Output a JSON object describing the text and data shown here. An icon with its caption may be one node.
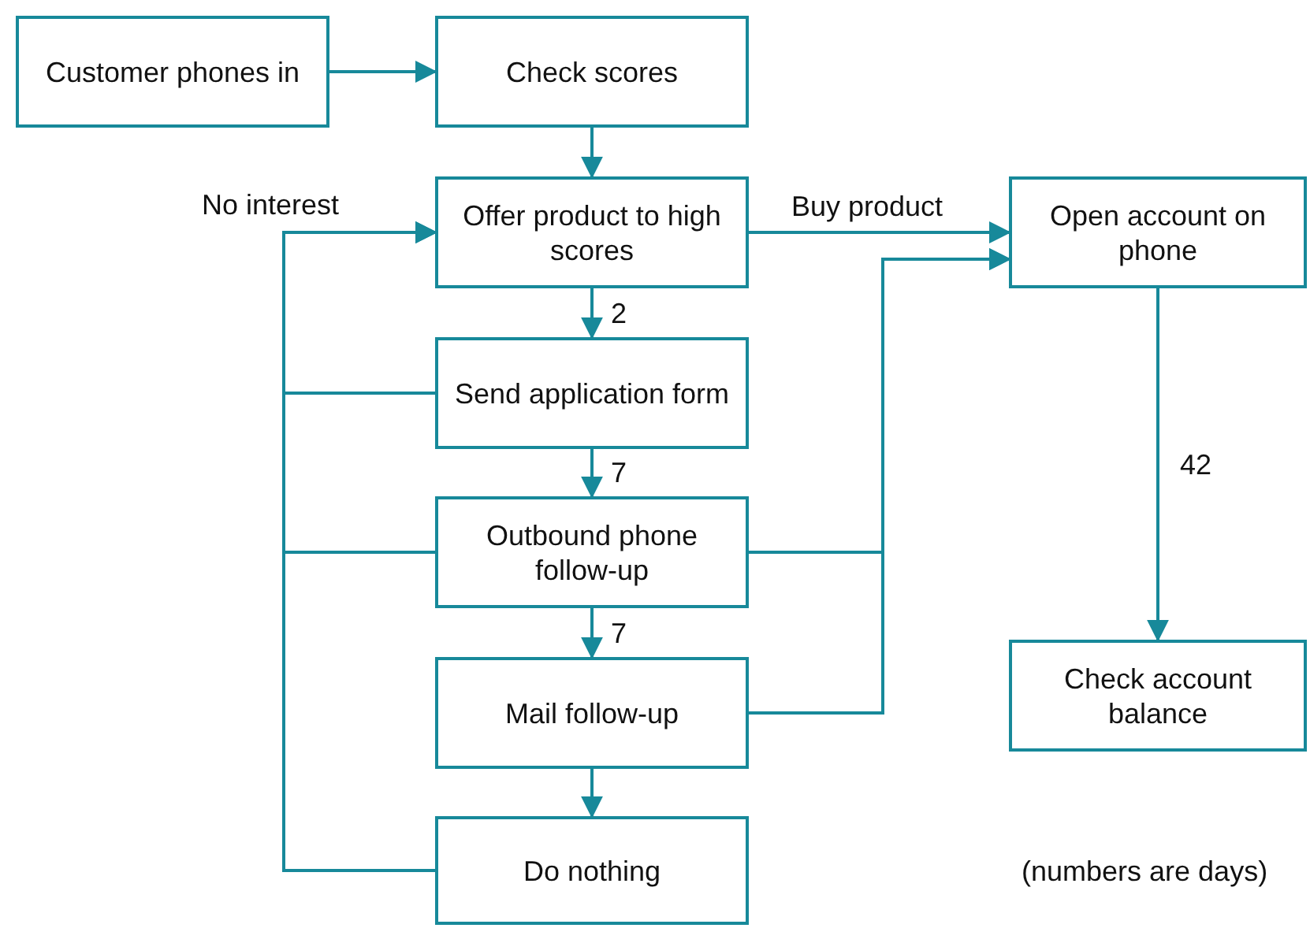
{
  "diagram": {
    "nodes": [
      {
        "text": [
          "Customer phones in"
        ]
      },
      {
        "text": [
          "Check scores"
        ]
      },
      {
        "text": [
          "Offer product to high scores"
        ]
      },
      {
        "text": [
          "Open account on phone"
        ]
      },
      {
        "text": [
          "Send application form"
        ]
      },
      {
        "text": [
          "Outbound phone follow-up"
        ]
      },
      {
        "text": [
          "Mail follow-up"
        ]
      },
      {
        "text": [
          "Check account balance"
        ]
      },
      {
        "text": [
          "Do nothing"
        ]
      }
    ],
    "edges": [
      {
        "from": 0,
        "to": 1,
        "arrow": "to"
      },
      {
        "from": 1,
        "to": 2,
        "arrow": "to"
      },
      {
        "from": 2,
        "to": 3,
        "arrow": "to",
        "label": "Buy product"
      },
      {
        "from": 2,
        "to": 4,
        "arrow": "to",
        "label": "2"
      },
      {
        "from": 4,
        "to": 5,
        "arrow": "to",
        "label": "7"
      },
      {
        "from": 5,
        "to": 6,
        "arrow": "to",
        "label": "7"
      },
      {
        "from": 6,
        "to": 8,
        "arrow": "to"
      },
      {
        "from": 3,
        "to": 7,
        "arrow": "to",
        "label": "42"
      },
      {
        "from": 4,
        "to": 2,
        "arrow": "to",
        "label": "No interest"
      },
      {
        "from": 5,
        "to": 2,
        "arrow": "to"
      },
      {
        "from": 8,
        "to": 2,
        "arrow": "to"
      },
      {
        "from": 5,
        "to": 3,
        "arrow": "to"
      },
      {
        "from": 6,
        "to": 3,
        "arrow": "to"
      }
    ],
    "labels": [
      "(numbers are days)"
    ]
  }
}
